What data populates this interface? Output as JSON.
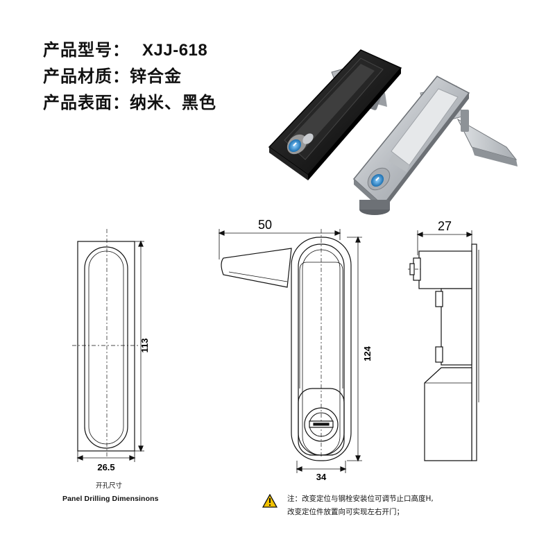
{
  "specs": {
    "model_label": "产品型号：",
    "model_value": "XJJ-618",
    "material_label": "产品材质：",
    "material_value": "锌合金",
    "surface_label": "产品表面：",
    "surface_value": "纳米、黑色"
  },
  "dimensions": {
    "cutout_height": "113",
    "cutout_width": "26.5",
    "handle_length": "50",
    "body_height": "124",
    "body_width": "34",
    "side_depth": "27"
  },
  "drilling_caption": {
    "cn": "开孔尺寸",
    "en": "Panel Drilling Dimensinons"
  },
  "note": {
    "line1": "注：改变定位与钢栓安装位可调节止口高度H,",
    "line2": "改变定位件放置向可实现左右开门；"
  },
  "icons": {
    "warning": "warning-triangle-icon",
    "lock_cylinder": "key-lock-icon"
  },
  "colors": {
    "black_finish": "#111111",
    "chrome_finish": "#c9ccd0",
    "key_blue": "#2a86c9"
  }
}
